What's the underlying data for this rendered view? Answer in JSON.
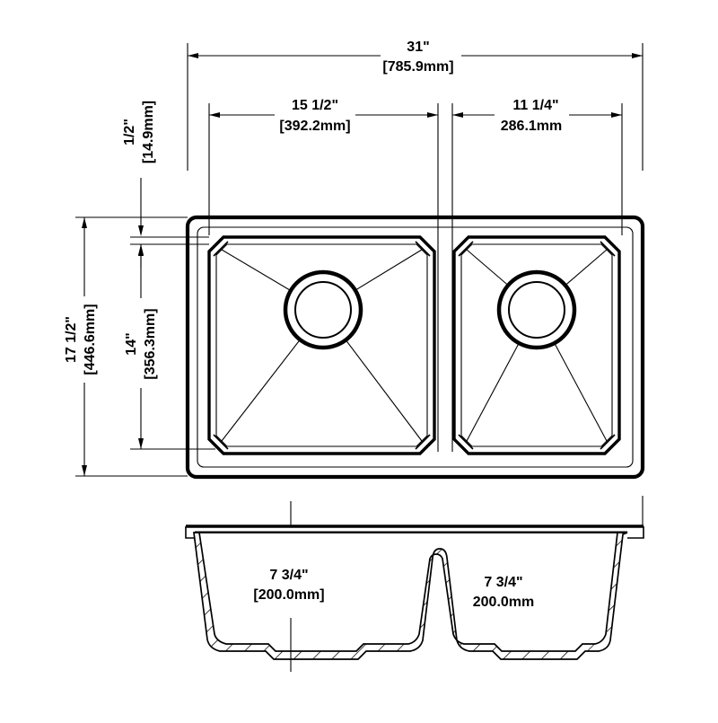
{
  "top_view": {
    "overall_width": {
      "inches": "31\"",
      "mm": "[785.9mm]"
    },
    "left_bowl_width": {
      "inches": "15 1/2\"",
      "mm": "[392.2mm]"
    },
    "right_bowl_width": {
      "inches": "11 1/4\"",
      "mm": "286.1mm"
    },
    "rim_to_bowl": {
      "inches": "1/2\"",
      "mm": "[14.9mm]"
    },
    "overall_front_back": {
      "inches": "17 1/2\"",
      "mm": "[446.6mm]"
    },
    "bowl_front_back": {
      "inches": "14\"",
      "mm": "[356.3mm]"
    }
  },
  "section_view": {
    "left_bowl_depth": {
      "inches": "7 3/4\"",
      "mm": "[200.0mm]"
    },
    "right_bowl_depth": {
      "inches": "7 3/4\"",
      "mm": "200.0mm"
    }
  },
  "colors": {
    "line": "#000000",
    "background": "#ffffff"
  }
}
